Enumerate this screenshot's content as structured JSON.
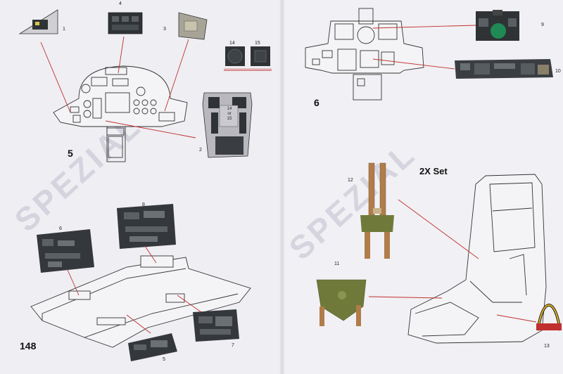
{
  "labels": {
    "p1": "1",
    "p2": "2",
    "p3": "3",
    "p4": "4",
    "p5": "5",
    "p6": "6",
    "p7": "7",
    "p8": "8",
    "p9": "9",
    "p10": "10",
    "p11": "11",
    "p12": "12",
    "p13": "13",
    "p14": "14",
    "p15": "15",
    "panel_text": "14\nor\n15"
  },
  "steps": {
    "s5": "5",
    "s6": "6",
    "page": "148"
  },
  "set_note": "2X Set",
  "watermark": "SPEZIAL",
  "colors": {
    "leader": "#c0302e",
    "panel": "#2f3336",
    "seatbelt_tan": "#b07c4a",
    "cushion_green": "#6f7a3a"
  }
}
